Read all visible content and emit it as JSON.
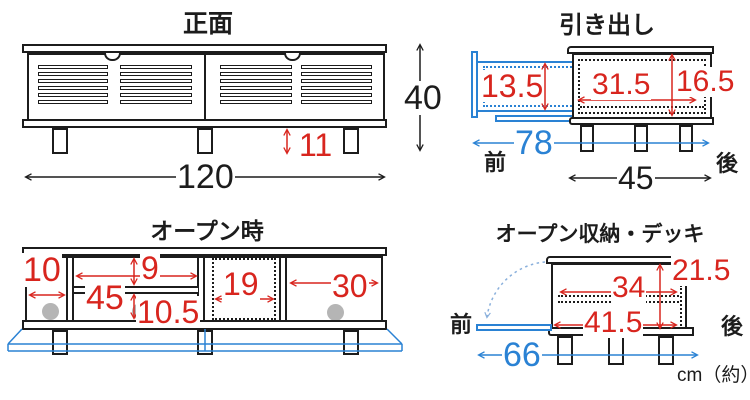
{
  "colors": {
    "dimension_red": "#d8251e",
    "dimension_blue": "#2a82d4",
    "line_black": "#1c1c1c",
    "hole_gray": "#b5b5b5"
  },
  "units_note": "cm（約）",
  "panels": {
    "front": {
      "title": "正面",
      "total_width": "120",
      "total_height": "40",
      "leg_height": "11"
    },
    "drawer": {
      "title": "引き出し",
      "drawer_inner_height": "13.5",
      "drawer_inner_width": "31.5",
      "body_inner_height": "16.5",
      "pullout_depth": "78",
      "body_depth": "45",
      "front": "前",
      "back": "後"
    },
    "open_front": {
      "title": "オープン時",
      "left_width": "10",
      "center_width": "45",
      "upper_height": "9",
      "lower_height": "10.5",
      "deck_width": "19",
      "right_width": "30"
    },
    "open_side": {
      "title": "オープン収納・デッキ",
      "deck_depth": "34",
      "inner_height": "21.5",
      "inner_depth": "41.5",
      "open_depth": "66",
      "front": "前",
      "back": "後"
    }
  }
}
